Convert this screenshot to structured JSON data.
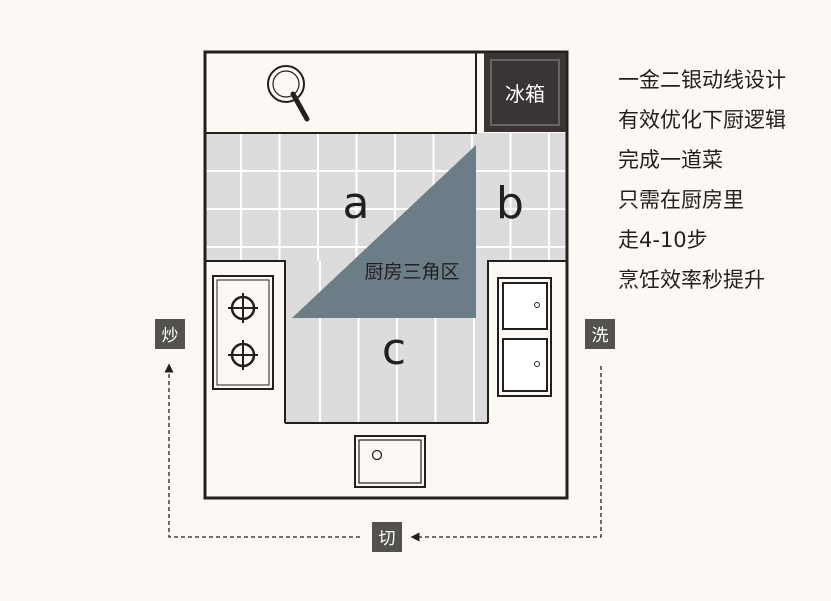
{
  "fridge_label": "冰箱",
  "zone_a": "a",
  "zone_b": "b",
  "zone_c": "c",
  "triangle_label": "厨房三角区",
  "flow": {
    "stir_fry": "炒",
    "wash": "洗",
    "cut": "切"
  },
  "caption": [
    "一金二银动线设计",
    "有效优化下厨逻辑",
    "完成一道菜",
    "只需在厨房里",
    "走4-10步",
    "烹饪效率秒提升"
  ],
  "colors": {
    "background": "#fcf9f5",
    "wall": "#231f20",
    "floor_tile": "#dcdcdc",
    "tile_line": "#ffffff",
    "triangle": "#6b7d86",
    "fridge": "#3a3435",
    "label_box": "#54524c",
    "text": "#231f20",
    "label_text": "#ffffff"
  }
}
